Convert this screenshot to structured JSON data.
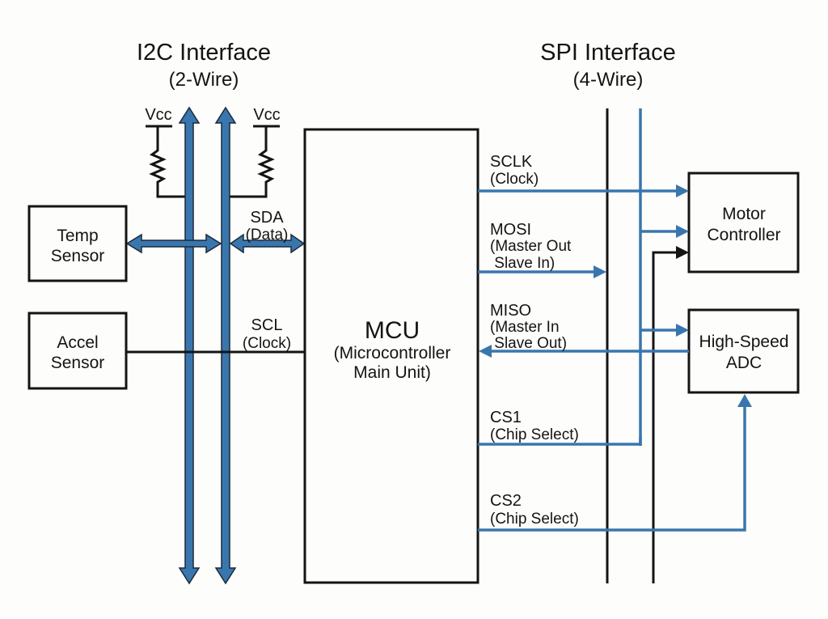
{
  "i2c": {
    "title": "I2C Interface",
    "subtitle": "(2-Wire)",
    "vcc_labels": [
      "Vcc",
      "Vcc"
    ],
    "sda_label": "SDA",
    "sda_sub": "(Data)",
    "scl_label": "SCL",
    "scl_sub": "(Clock)"
  },
  "spi": {
    "title": "SPI Interface",
    "subtitle": "(4-Wire)",
    "signals": [
      {
        "name": "SCLK",
        "desc1": "(Clock)",
        "desc2": ""
      },
      {
        "name": "MOSI",
        "desc1": "(Master Out",
        "desc2": " Slave In)"
      },
      {
        "name": "MISO",
        "desc1": "(Master In",
        "desc2": " Slave Out)"
      },
      {
        "name": "CS1",
        "desc1": "(Chip Select)",
        "desc2": ""
      },
      {
        "name": "CS2",
        "desc1": "(Chip Select)",
        "desc2": ""
      }
    ]
  },
  "blocks": {
    "temp_sensor": [
      "Temp",
      "Sensor"
    ],
    "accel_sensor": [
      "Accel",
      "Sensor"
    ],
    "mcu": {
      "name": "MCU",
      "line1": "(Microcontroller",
      "line2": "Main Unit)"
    },
    "motor_controller": [
      "Motor",
      "Controller"
    ],
    "adc": [
      "High-Speed",
      "ADC"
    ]
  },
  "colors": {
    "bus_blue": "#3a76ae",
    "line_black": "#141414",
    "background": "#fdfdfb"
  }
}
